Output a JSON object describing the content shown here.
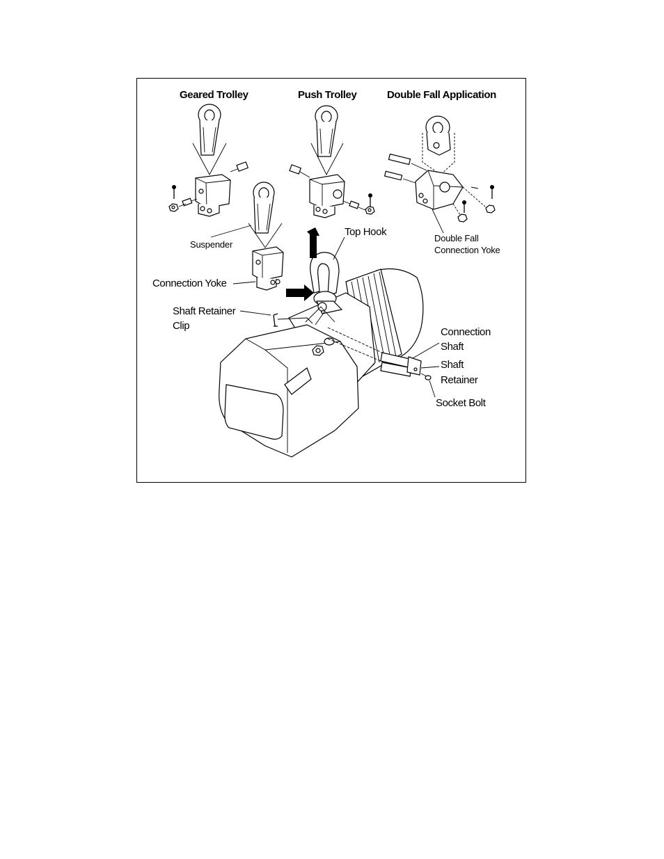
{
  "headings": {
    "geared_trolley": "Geared Trolley",
    "push_trolley": "Push Trolley",
    "double_fall_application": "Double Fall Application"
  },
  "labels": {
    "suspender": "Suspender",
    "connection_yoke": "Connection Yoke",
    "top_hook": "Top Hook",
    "double_fall_line1": "Double Fall",
    "double_fall_line2": "Connection Yoke",
    "shaft_retainer_clip_line1": "Shaft Retainer",
    "shaft_retainer_clip_line2": "Clip",
    "connection_shaft_line1": "Connection",
    "connection_shaft_line2": "Shaft",
    "shaft_retainer_line1": "Shaft",
    "shaft_retainer_line2": "Retainer",
    "socket_bolt": "Socket Bolt"
  },
  "colors": {
    "line": "#000000",
    "background": "#ffffff"
  }
}
